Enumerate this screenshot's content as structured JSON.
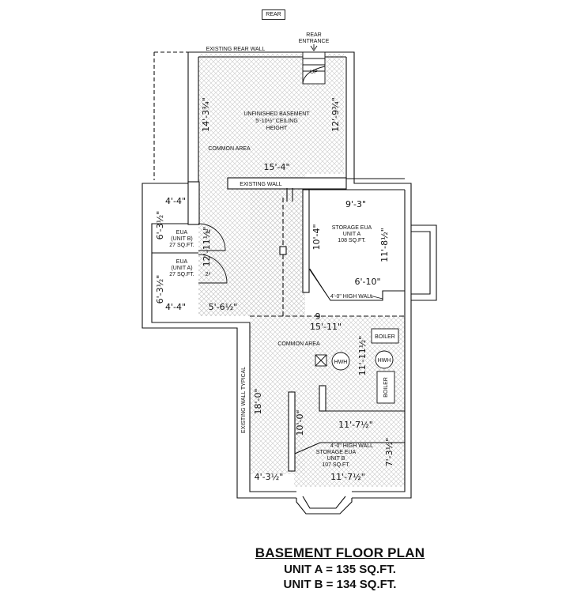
{
  "rear_tag": "REAR",
  "rear_entrance": [
    "REAR",
    "ENTRANCE"
  ],
  "up_label": "UP",
  "existing_rear_wall": "EXISTING REAR WALL",
  "existing_wall": "EXISTING WALL",
  "existing_wall_typical": "EXISTING WALL TYPICAL",
  "high_wall_1": "4'-0\" HIGH WALL",
  "high_wall_2": "4'-0\" HIGH WALL",
  "common_area_1": "COMMON AREA",
  "common_area_2": "COMMON AREA",
  "unfinished_basement": [
    "UNFINISHED BASEMENT",
    "5'-10½\" CEILING",
    "HEIGHT"
  ],
  "eua_b": [
    "EUA",
    "(UNIT B)",
    "27 SQ.FT."
  ],
  "eua_a": [
    "EUA",
    "(UNIT A)",
    "27 SQ.FT."
  ],
  "storage_a": [
    "STORAGE EUA",
    "UNIT A",
    "108 SQ.FT."
  ],
  "storage_b": [
    "STORAGE EUA",
    "UNIT B",
    "107 SQ.FT."
  ],
  "boiler_1": "BOILER",
  "boiler_2": "BOILER",
  "hwh_1": "HWH",
  "hwh_2": "HWH",
  "door_swing_1": "2⁸",
  "door_swing_2": "2⁸",
  "dimensions": {
    "d_14_3": "14'-3¾\"",
    "d_12_9": "12'-9¾\"",
    "d_15_4": "15'-4\"",
    "d_4_4a": "4'-4\"",
    "d_6_3a": "6'-3½\"",
    "d_12_11": "12'-11½\"",
    "d_6_3b": "6'-3½\"",
    "d_4_4b": "4'-4\"",
    "d_5_6": "5'-6½\"",
    "d_9_3": "9'-3\"",
    "d_10_4": "10'-4\"",
    "d_11_8": "11'-8½\"",
    "d_6_10": "6'-10\"",
    "d_15_11": "15'-11\"",
    "d_9": "9",
    "d_11_11": "11'-11½\"",
    "d_18_0": "18'-0\"",
    "d_10_0": "10'-0\"",
    "d_11_7a": "11'-7½\"",
    "d_7_3": "7'-3½\"",
    "d_4_3": "4'-3½\"",
    "d_11_7b": "11'-7½\""
  },
  "footer": {
    "title": "BASEMENT FLOOR PLAN",
    "unit_a": "UNIT A = 135 SQ.FT.",
    "unit_b": "UNIT B = 134 SQ.FT."
  }
}
